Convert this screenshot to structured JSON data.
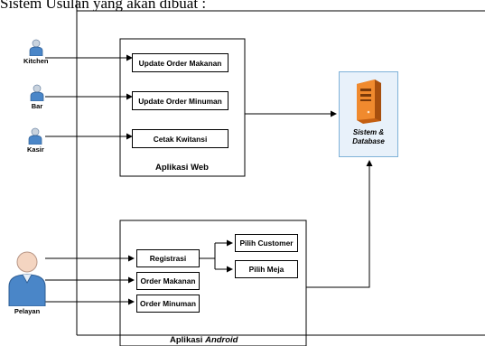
{
  "heading": "Sistem Usulan yang akan dibuat :",
  "actors": {
    "kitchen": "Kitchen",
    "bar": "Bar",
    "kasir": "Kasir",
    "pelayan": "Pelayan"
  },
  "web_app": {
    "label": "Aplikasi Web",
    "items": [
      "Update Order Makanan",
      "Update Order Minuman",
      "Cetak Kwitansi"
    ]
  },
  "android_app": {
    "label_prefix": "Aplikasi",
    "label_emphasis": "Android",
    "items": [
      "Registrasi",
      "Order Makanan",
      "Order Minuman"
    ],
    "sub_items": [
      "Pilih Customer",
      "Pilih Meja"
    ]
  },
  "database": {
    "line1": "Sistem &",
    "line2": "Database",
    "icon": "server-icon"
  },
  "colors": {
    "server_orange": "#e8761e",
    "db_border": "#7fb2d8",
    "db_fill": "#e8f1fa",
    "person_blue": "#4a86c8"
  }
}
